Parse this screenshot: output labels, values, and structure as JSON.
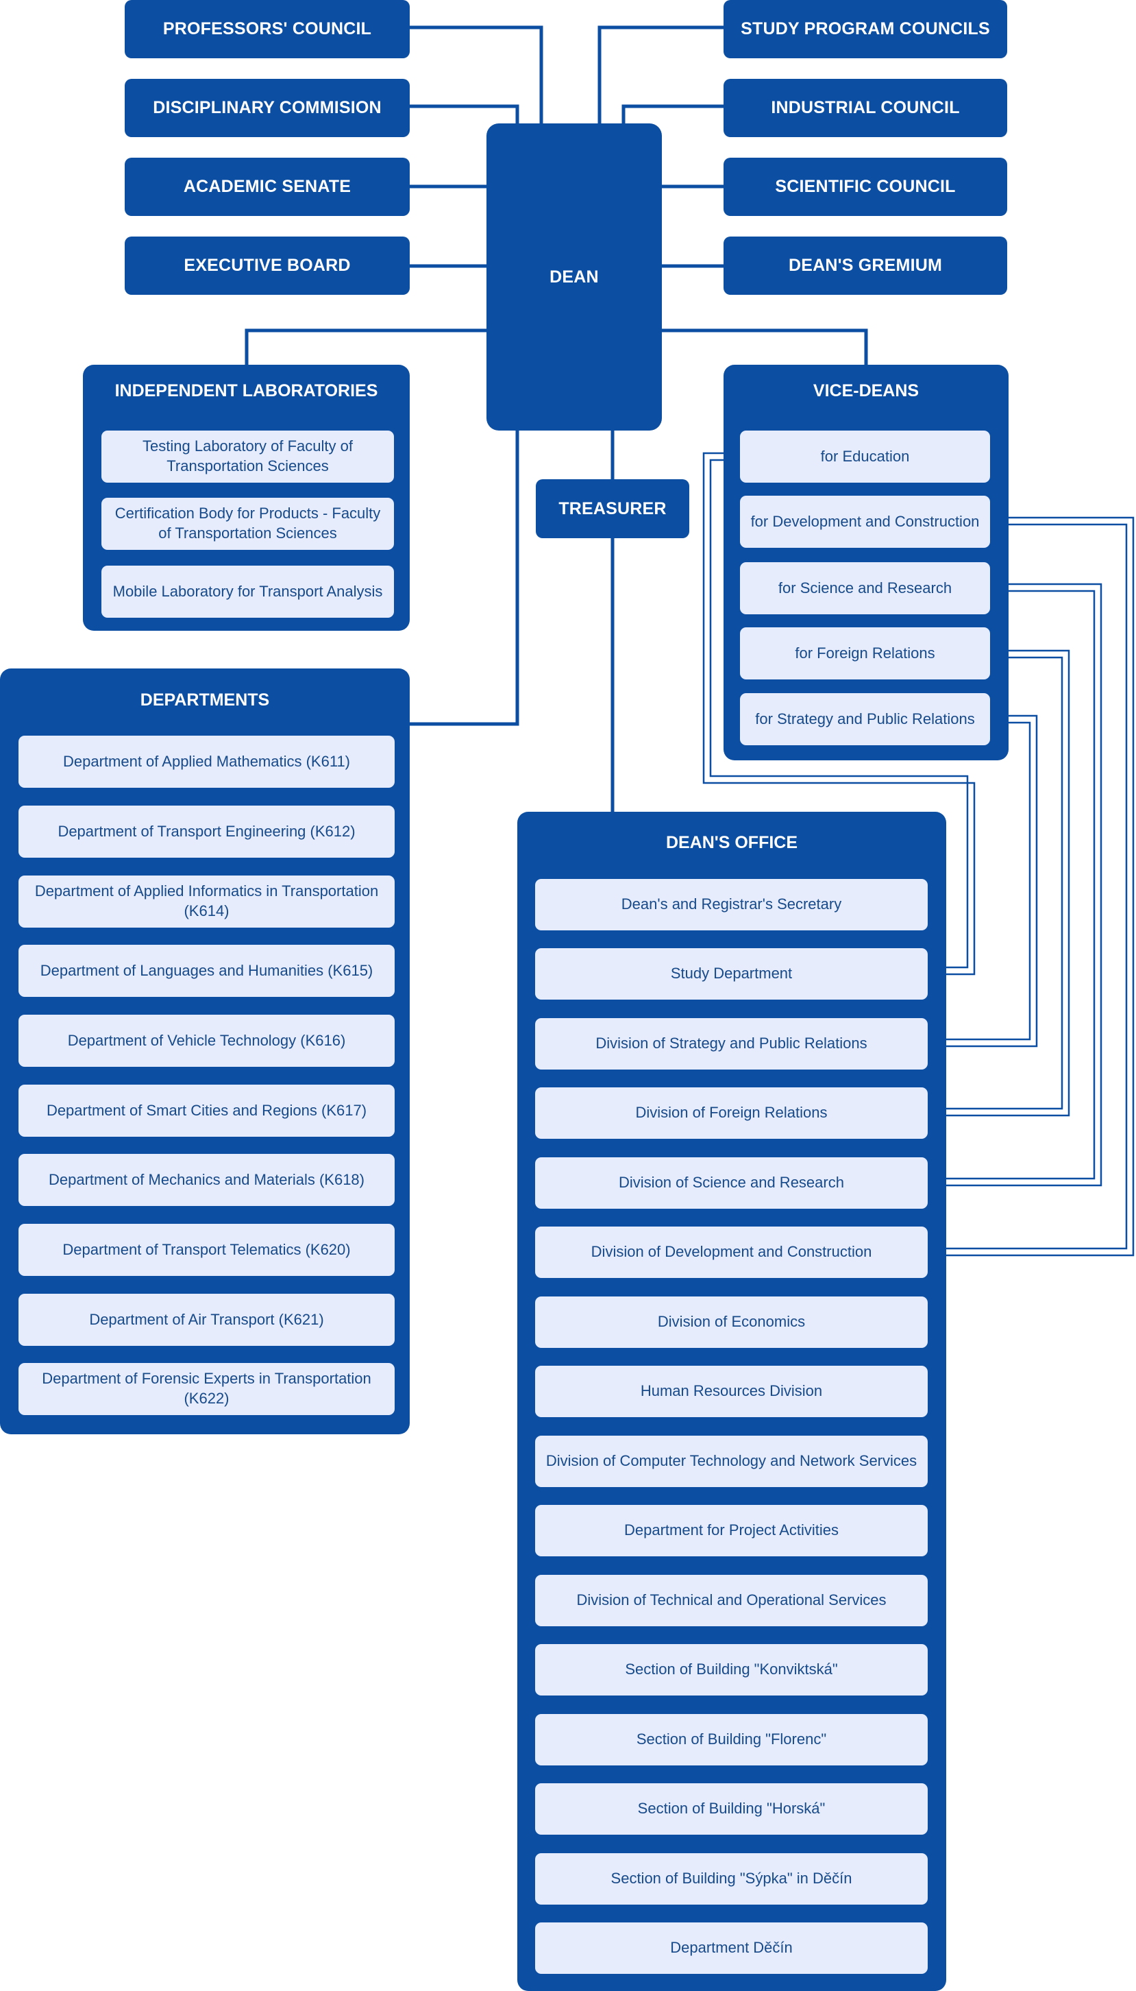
{
  "colors": {
    "primary": "#0b4ea2",
    "item_bg": "#e6ecfb",
    "item_text": "#174a8a",
    "title_text": "#ffffff"
  },
  "top_left": [
    "PROFESSORS' COUNCIL",
    "DISCIPLINARY COMMISION",
    "ACADEMIC SENATE",
    "EXECUTIVE BOARD"
  ],
  "top_right": [
    "STUDY PROGRAM COUNCILS",
    "INDUSTRIAL COUNCIL",
    "SCIENTIFIC COUNCIL",
    "DEAN'S GREMIUM"
  ],
  "dean": "DEAN",
  "treasurer": "TREASURER",
  "labs": {
    "title": "INDEPENDENT LABORATORIES",
    "items": [
      "Testing Laboratory of Faculty of Transportation Sciences",
      "Certification Body for Products - Faculty of Transportation Sciences",
      "Mobile Laboratory for Transport Analysis"
    ]
  },
  "vice_deans": {
    "title": "VICE-DEANS",
    "items": [
      "for Education",
      "for Development and Construction",
      "for Science and Research",
      "for Foreign Relations",
      "for Strategy and Public Relations"
    ]
  },
  "departments": {
    "title": "DEPARTMENTS",
    "items": [
      "Department of Applied Mathematics (K611)",
      "Department of Transport Engineering (K612)",
      "Department of Applied Informatics in Transportation (K614)",
      "Department of Languages and Humanities (K615)",
      "Department of Vehicle Technology (K616)",
      "Department of Smart Cities and Regions (K617)",
      "Department of Mechanics and Materials (K618)",
      "Department of Transport Telematics (K620)",
      "Department of Air Transport (K621)",
      "Department of Forensic Experts in Transportation (K622)"
    ]
  },
  "deans_office": {
    "title": "DEAN'S OFFICE",
    "items": [
      "Dean's and Registrar's Secretary",
      "Study Department",
      "Division of Strategy and Public Relations",
      "Division of Foreign Relations",
      "Division of Science and Research",
      "Division of Development and Construction",
      "Division of Economics",
      "Human Resources Division",
      "Division of Computer Technology and Network Services",
      "Department for Project Activities",
      "Division of Technical and Operational Services",
      "Section of Building \"Konviktská\"",
      "Section of Building \"Florenc\"",
      "Section of Building \"Horská\"",
      "Section of Building \"Sýpka\" in Děčín",
      "Department Děčín"
    ]
  }
}
